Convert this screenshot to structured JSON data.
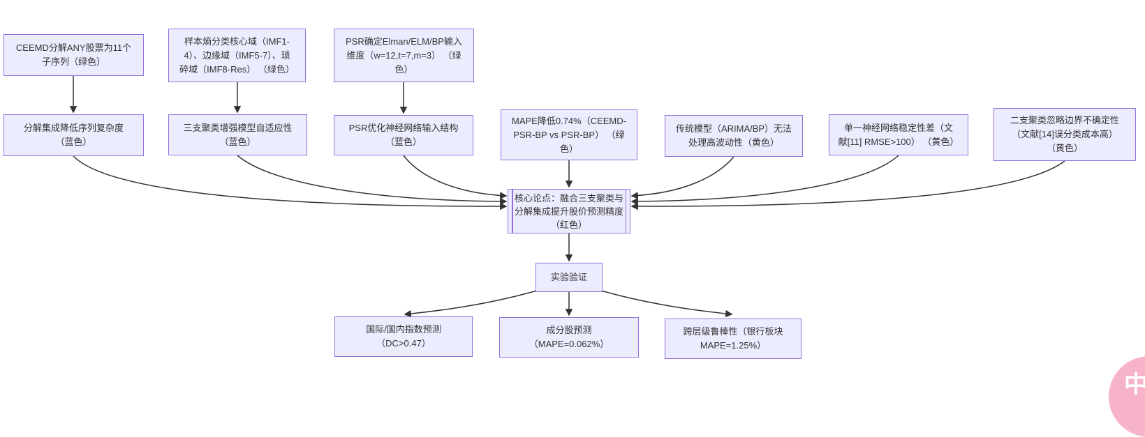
{
  "colors": {
    "background": "#ffffff",
    "node_fill": "#ececff",
    "node_border": "#9370db",
    "node_text": "#333333",
    "edge": "#333333",
    "badge_background": "#f7b3cb",
    "badge_text": "#ffffff"
  },
  "nodes": [
    {
      "id": "ceemd",
      "label": "CEEMD分解ANY股票为11个\n子序列（绿色）"
    },
    {
      "id": "entropy",
      "label": "样本熵分类核心域（IMF1-\n4）、边缘域（IMF5-7）、琐\n碎域（IMF8-Res） （绿色）"
    },
    {
      "id": "psr-dim",
      "label": "PSR确定Elman/ELM/BP输入\n维度（w=12,t=7,m=3） （绿\n色）"
    },
    {
      "id": "decomp",
      "label": "分解集成降低序列复杂度\n（蓝色）"
    },
    {
      "id": "threeway",
      "label": "三支聚类增强模型自适应性\n（蓝色）"
    },
    {
      "id": "psr-struct",
      "label": "PSR优化神经网络输入结构\n（蓝色）"
    },
    {
      "id": "mape",
      "label": "MAPE降低0.74%（CEEMD-\nPSR-BP vs PSR-BP） （绿\n色）"
    },
    {
      "id": "traditional",
      "label": "传统模型（ARIMA/BP）无法\n处理高波动性（黄色）"
    },
    {
      "id": "single-nn",
      "label": "单一神经网络稳定性差（文\n献[11] RMSE>100） （黄色）"
    },
    {
      "id": "twoway",
      "label": "二支聚类忽略边界不确定性\n（文献[14]误分类成本高）\n（黄色）"
    },
    {
      "id": "core",
      "label": "核心论点：融合三支聚类与\n分解集成提升股价预测精度\n（红色）"
    },
    {
      "id": "experiment",
      "label": "实验验证"
    },
    {
      "id": "index-pred",
      "label": "国际/国内指数预测\n（DC>0.47）"
    },
    {
      "id": "stock-pred",
      "label": "成分股预测\n（MAPE=0.062%）"
    },
    {
      "id": "robustness",
      "label": "跨层级鲁棒性（银行板块\nMAPE=1.25%）"
    }
  ],
  "badge": {
    "label": "中A"
  }
}
